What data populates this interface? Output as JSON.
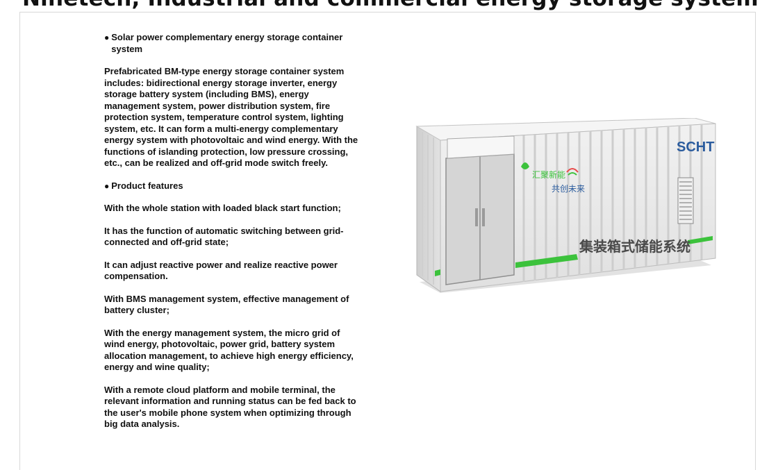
{
  "page": {
    "title": "Ninetech, Industrial and commercial energy storage system"
  },
  "section1": {
    "bullet_glyph": "●",
    "heading": "Solar power complementary energy storage container system",
    "description": "Prefabricated BM-type energy storage container system includes: bidirectional energy storage inverter, energy storage battery system (including BMS), energy management system, power distribution system, fire protection system, temperature control system, lighting system, etc. It can form a multi-energy complementary energy system with photovoltaic and wind energy. With the functions of islanding protection, low pressure crossing, etc., can be realized and off-grid mode switch freely."
  },
  "section2": {
    "bullet_glyph": "●",
    "heading": "Product features",
    "features": [
      "With the whole station with loaded black start function;",
      "It has the function of automatic switching between grid-connected and off-grid state;",
      "It can adjust reactive power and realize reactive power compensation.",
      "With BMS management system, effective management of battery cluster;",
      "With the energy management system, the micro grid of wind energy, photovoltaic, power grid, battery system allocation management, to achieve high energy efficiency, energy and wine quality;",
      "With a remote cloud platform and mobile terminal, the relevant information and running status can be fed back to the user's mobile phone system when optimizing through big data analysis."
    ]
  },
  "image": {
    "brand_logo": "SCHT",
    "logo_line1": "汇聚新能",
    "logo_line2": "共创未来",
    "side_caption": "集装箱式储能系统",
    "colors": {
      "body": "#e9e9e9",
      "accent_green": "#3cc23c",
      "logo_blue": "#2b5c9e"
    }
  }
}
